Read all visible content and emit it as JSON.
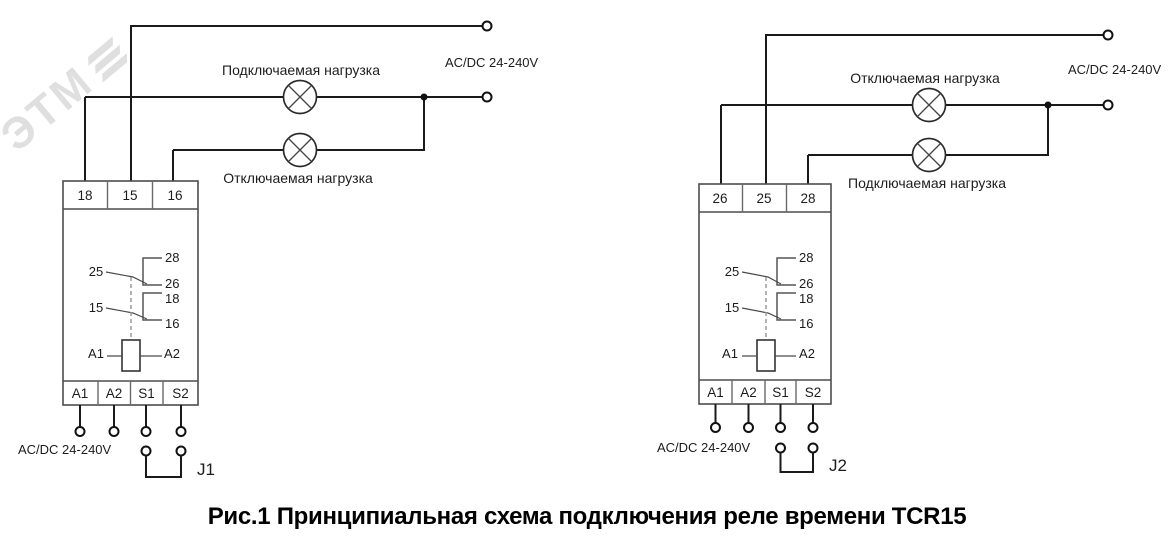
{
  "watermark": {
    "text": "ЭТМ"
  },
  "caption": {
    "text": "Рис.1 Принципиальная схема подключения реле времени TCR15"
  },
  "diagrams": [
    {
      "name": "left",
      "supply_top": "AC/DC 24-240V",
      "supply_bottom": "AC/DC 24-240V",
      "loads": {
        "top": "Подключаемая нагрузка",
        "bottom": "Отключаемая нагрузка"
      },
      "top_terminals": [
        "18",
        "15",
        "16"
      ],
      "bottom_terminals": [
        "A1",
        "A2",
        "S1",
        "S2"
      ],
      "contacts": {
        "common1": "25",
        "no1": "28",
        "nc1": "26",
        "common2": "15",
        "no2": "18",
        "nc2": "16",
        "coil_left": "A1",
        "coil_right": "A2"
      },
      "jumper": "J1"
    },
    {
      "name": "right",
      "supply_top": "AC/DC 24-240V",
      "supply_bottom": "AC/DC 24-240V",
      "loads": {
        "top": "Отключаемая нагрузка",
        "bottom": "Подключаемая нагрузка"
      },
      "top_terminals": [
        "26",
        "25",
        "28"
      ],
      "bottom_terminals": [
        "A1",
        "A2",
        "S1",
        "S2"
      ],
      "contacts": {
        "common1": "25",
        "no1": "28",
        "nc1": "26",
        "common2": "15",
        "no2": "18",
        "nc2": "16",
        "coil_left": "A1",
        "coil_right": "A2"
      },
      "jumper": "J2"
    }
  ]
}
